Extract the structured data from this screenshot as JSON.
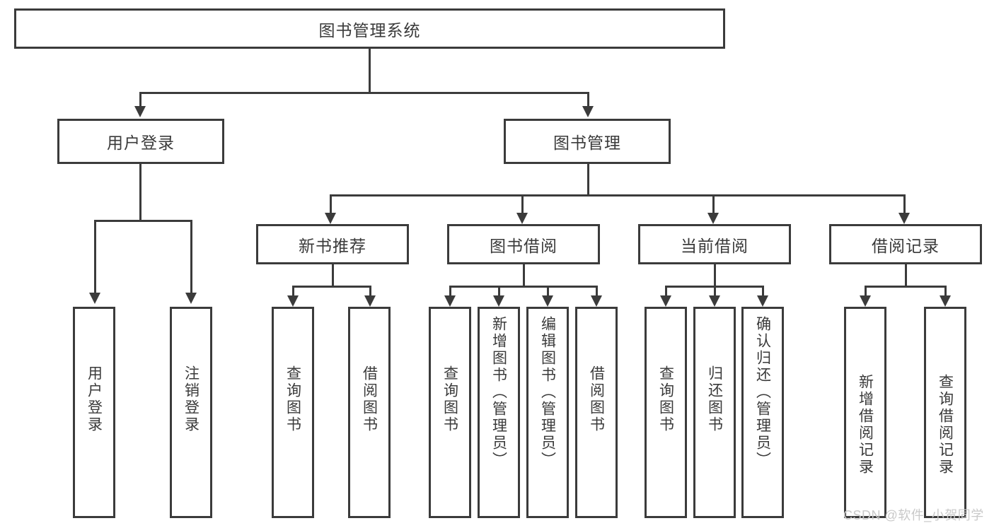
{
  "diagram": {
    "type": "tree-hierarchy-chart",
    "title": "图书管理系统",
    "root": {
      "label": "图书管理系统"
    },
    "level2": [
      {
        "label": "用户登录"
      },
      {
        "label": "图书管理"
      }
    ],
    "level3": [
      {
        "label": "新书推荐"
      },
      {
        "label": "图书借阅"
      },
      {
        "label": "当前借阅"
      },
      {
        "label": "借阅记录"
      }
    ],
    "leaves": {
      "user_login": [
        {
          "label": "用户登录"
        },
        {
          "label": "注销登录"
        }
      ],
      "new_book_recommend": [
        {
          "label": "查询图书"
        },
        {
          "label": "借阅图书"
        }
      ],
      "book_borrow": [
        {
          "label": "查询图书"
        },
        {
          "label": "新增图书（管理员）"
        },
        {
          "label": "编辑图书（管理员）"
        },
        {
          "label": "借阅图书"
        }
      ],
      "current_borrow": [
        {
          "label": "查询图书"
        },
        {
          "label": "归还图书"
        },
        {
          "label": "确认归还（管理员）"
        }
      ],
      "borrow_record": [
        {
          "label": "新增借阅记录"
        },
        {
          "label": "查询借阅记录"
        }
      ]
    }
  },
  "watermark": {
    "text": "CSDN @软件_小贺同学"
  },
  "colors": {
    "stroke": "#3b3b3b",
    "text": "#3a3a3a",
    "background": "#ffffff",
    "watermark": "#c9c9c9"
  }
}
